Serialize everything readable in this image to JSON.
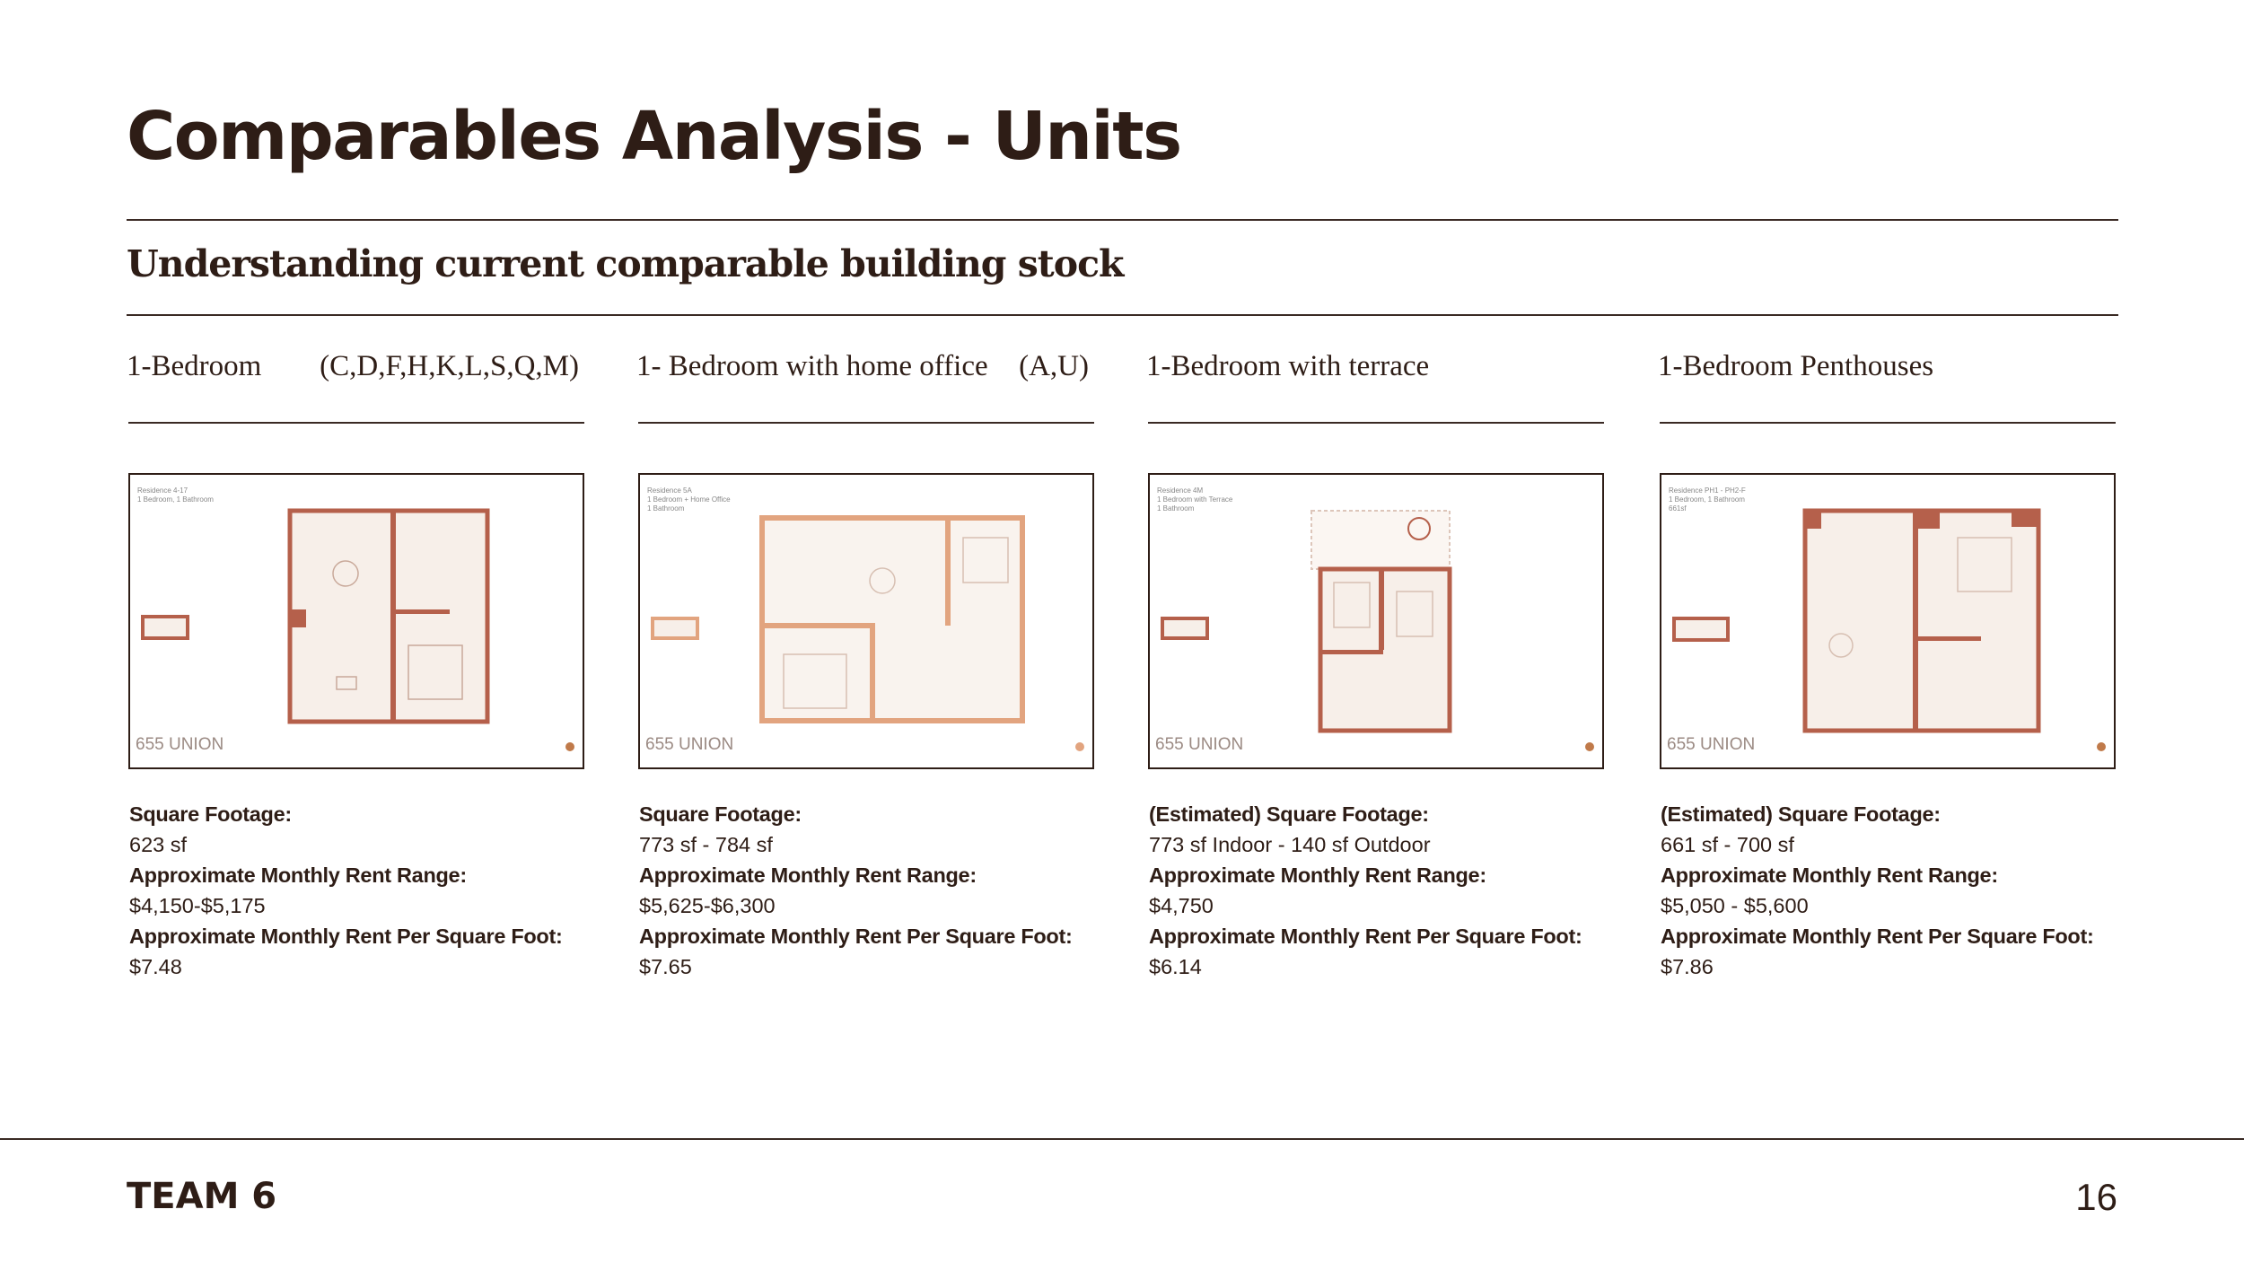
{
  "title": "Comparables Analysis - Units",
  "subtitle": "Understanding current comparable building stock",
  "columns": [
    {
      "heading": "1-Bedroom",
      "codes": "(C,D,F,H,K,L,S,Q,M)",
      "plan": {
        "residence": "Residence 4-17",
        "desc": "1 Bedroom, 1 Bathroom",
        "size": "",
        "brand": "655 UNION",
        "accent": "#b5604b"
      },
      "details": [
        {
          "label": "Square Footage:",
          "value": "623 sf"
        },
        {
          "label": "Approximate Monthly Rent Range:",
          "value": "$4,150-$5,175"
        },
        {
          "label": "Approximate Monthly Rent Per Square Foot:",
          "value": "$7.48"
        }
      ]
    },
    {
      "heading": "1- Bedroom with home office",
      "codes": "(A,U)",
      "plan": {
        "residence": "Residence 5A",
        "desc": "1 Bedroom + Home Office",
        "size": "1 Bathroom",
        "brand": "655 UNION",
        "accent": "#e2a47f"
      },
      "details": [
        {
          "label": "Square Footage:",
          "value": "773 sf - 784 sf"
        },
        {
          "label": "Approximate Monthly Rent Range:",
          "value": "$5,625-$6,300"
        },
        {
          "label": "Approximate Monthly Rent Per Square Foot:",
          "value": "$7.65"
        }
      ]
    },
    {
      "heading": "1-Bedroom with terrace",
      "codes": "",
      "plan": {
        "residence": "Residence 4M",
        "desc": "1 Bedroom with Terrace",
        "size": "1 Bathroom",
        "brand": "655 UNION",
        "accent": "#b5604b"
      },
      "details": [
        {
          "label": "(Estimated) Square Footage:",
          "value": "773 sf Indoor - 140 sf Outdoor"
        },
        {
          "label": "Approximate Monthly Rent Range:",
          "value": "$4,750"
        },
        {
          "label": "Approximate Monthly Rent Per Square Foot:",
          "value": "$6.14"
        }
      ]
    },
    {
      "heading": "1-Bedroom Penthouses",
      "codes": "",
      "plan": {
        "residence": "Residence PH1 - PH2-F",
        "desc": "1 Bedroom, 1 Bathroom",
        "size": "661sf",
        "brand": "655 UNION",
        "accent": "#b5604b"
      },
      "details": [
        {
          "label": "(Estimated) Square Footage:",
          "value": "661 sf - 700 sf"
        },
        {
          "label": "Approximate Monthly Rent Range:",
          "value": "$5,050 - $5,600"
        },
        {
          "label": "Approximate Monthly Rent Per Square Foot:",
          "value": "$7.86"
        }
      ]
    }
  ],
  "footer": {
    "team": "TEAM 6",
    "page": "16"
  },
  "colors": {
    "text": "#2e1d16",
    "rule": "#3a2a24",
    "plan_wall": "#b5604b",
    "plan_wall_light": "#e2a47f",
    "plan_fill": "#f7efe9"
  }
}
